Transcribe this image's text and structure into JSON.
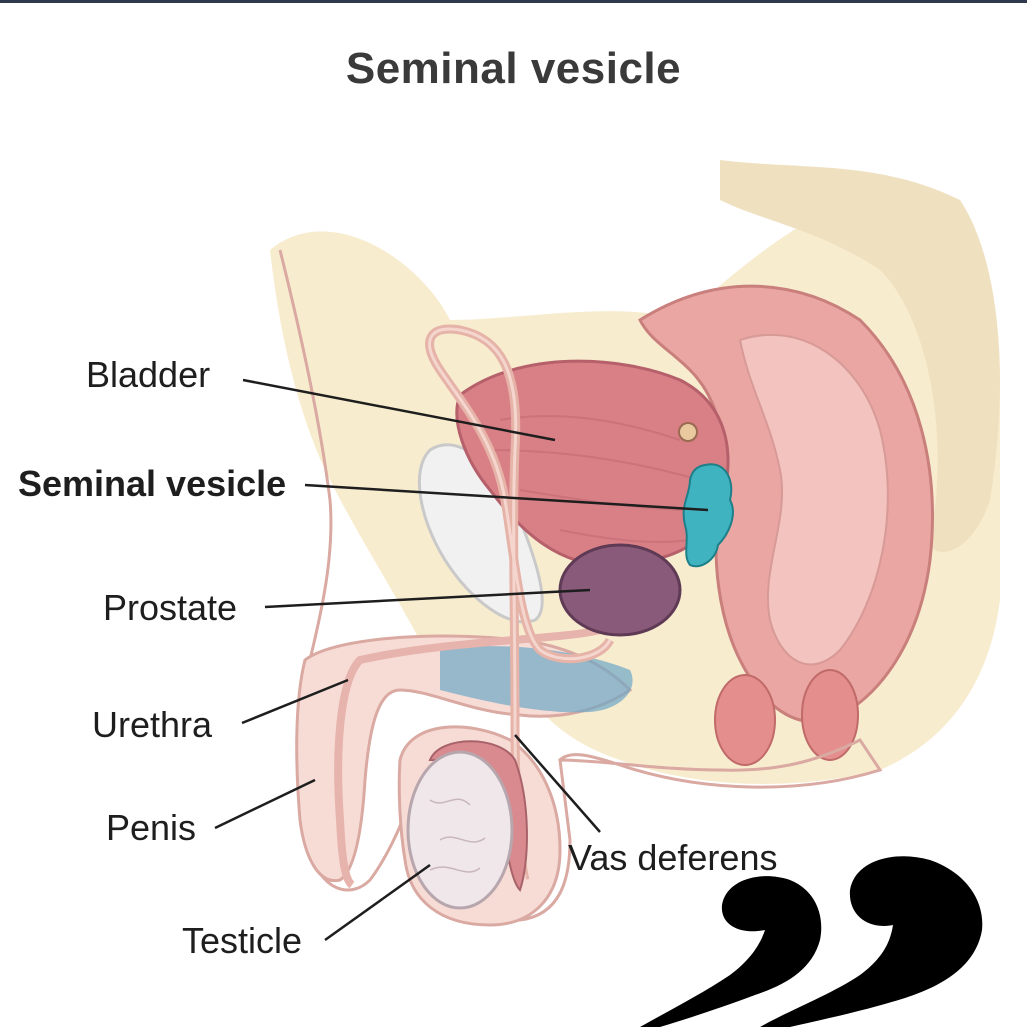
{
  "title": "Seminal vesicle",
  "labels": {
    "bladder": "Bladder",
    "seminal_vesicle": "Seminal vesicle",
    "prostate": "Prostate",
    "urethra": "Urethra",
    "penis": "Penis",
    "testicle": "Testicle",
    "vas_deferens": "Vas deferens"
  },
  "colors": {
    "bladder": "#d97f86",
    "seminal_vesicle": "#3fb4c0",
    "prostate": "#8a5a7a",
    "skin": "#f7dcd6",
    "rectum": "#e9a6a2",
    "pubic_bone": "#f1f1f1",
    "fat": "#f5e6bf",
    "urethra_blue": "#6ea8c6",
    "sperm_icon": "#000000"
  },
  "icons": [
    "sperm-icon",
    "sperm-icon"
  ]
}
